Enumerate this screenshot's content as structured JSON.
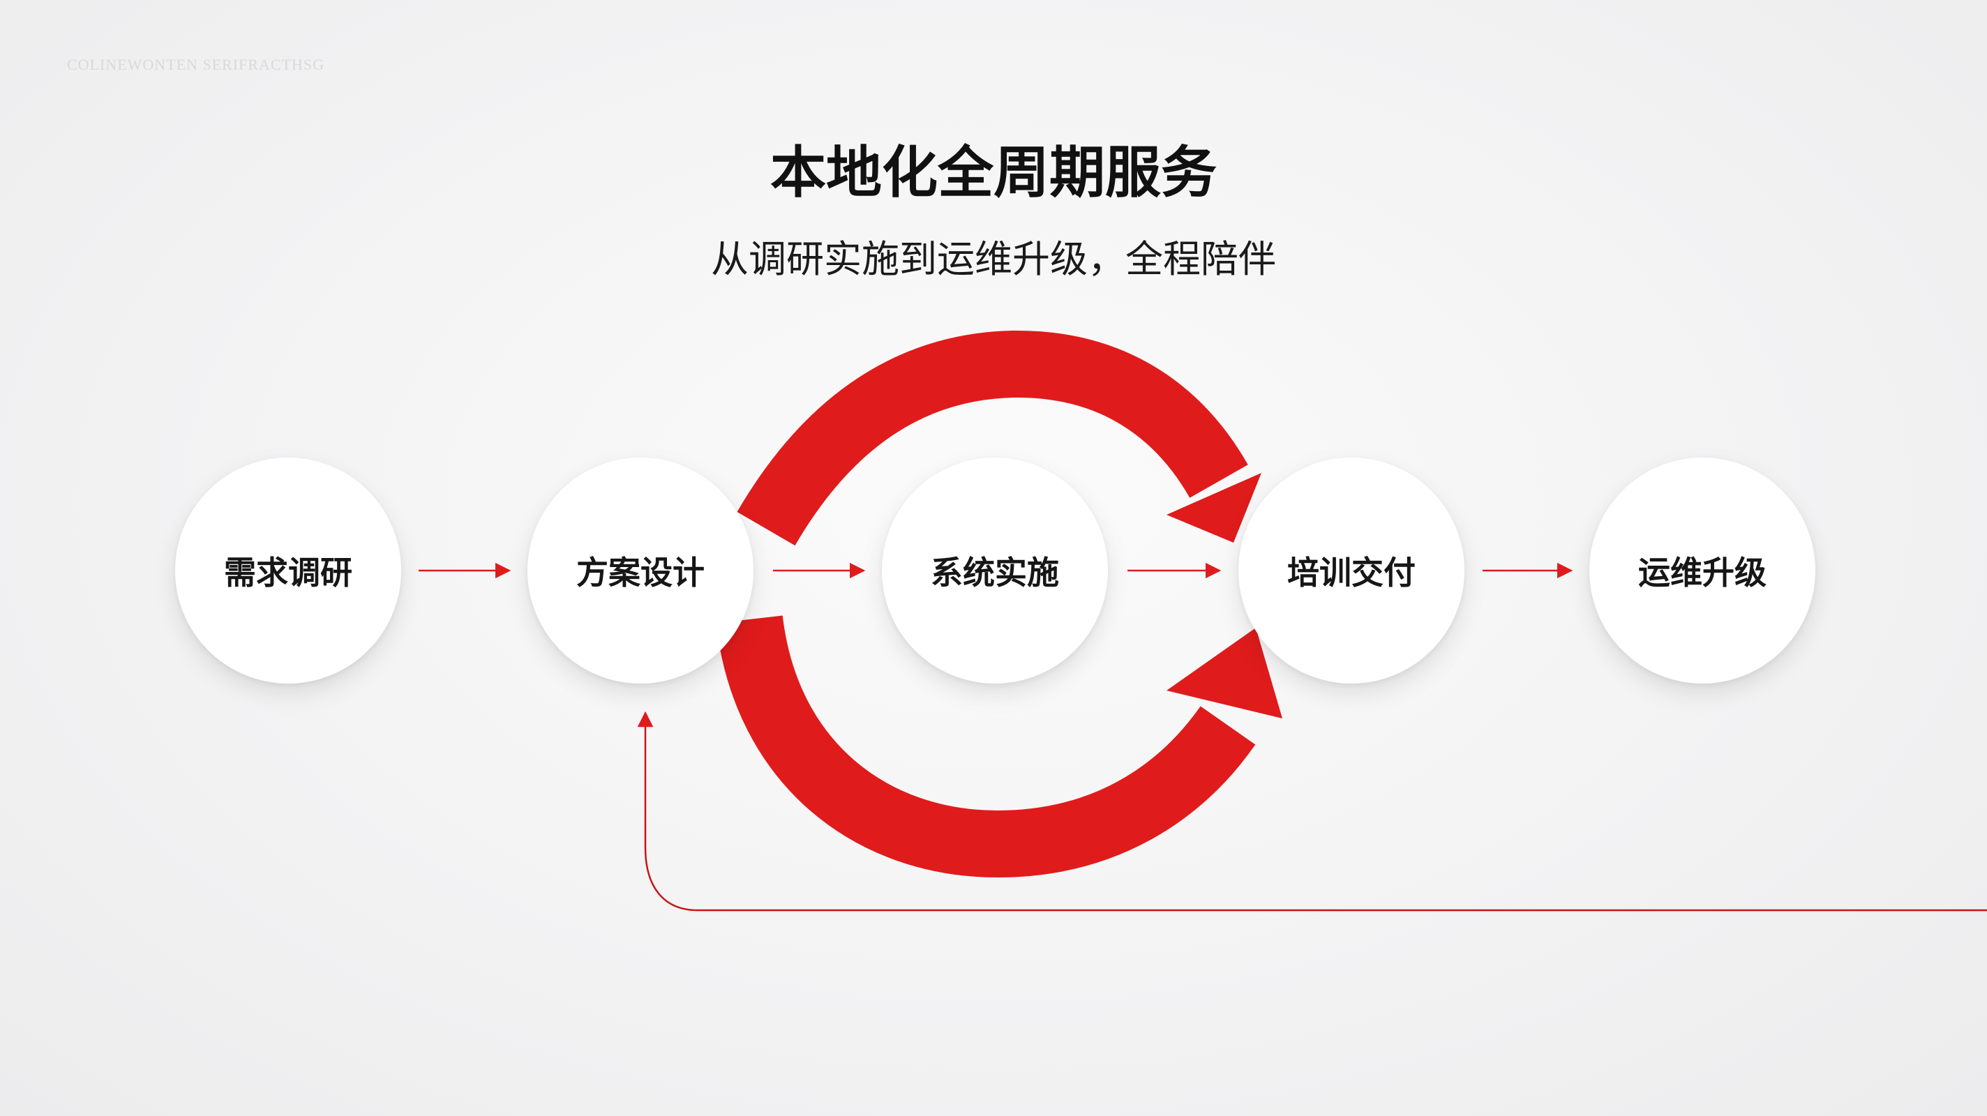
{
  "header": {
    "watermark": "COLINEWONTEN SERIFRACTHSG",
    "title": "本地化全周期服务",
    "subtitle": "从调研实施到运维升级，全程陪伴"
  },
  "steps": [
    {
      "label": "需求调研"
    },
    {
      "label": "方案设计"
    },
    {
      "label": "系统实施"
    },
    {
      "label": "培训交付"
    },
    {
      "label": "运维升级"
    }
  ],
  "colors": {
    "accent": "#e01b1b",
    "background": "#f3f3f4",
    "node_fill": "#ffffff",
    "text": "#161616"
  }
}
